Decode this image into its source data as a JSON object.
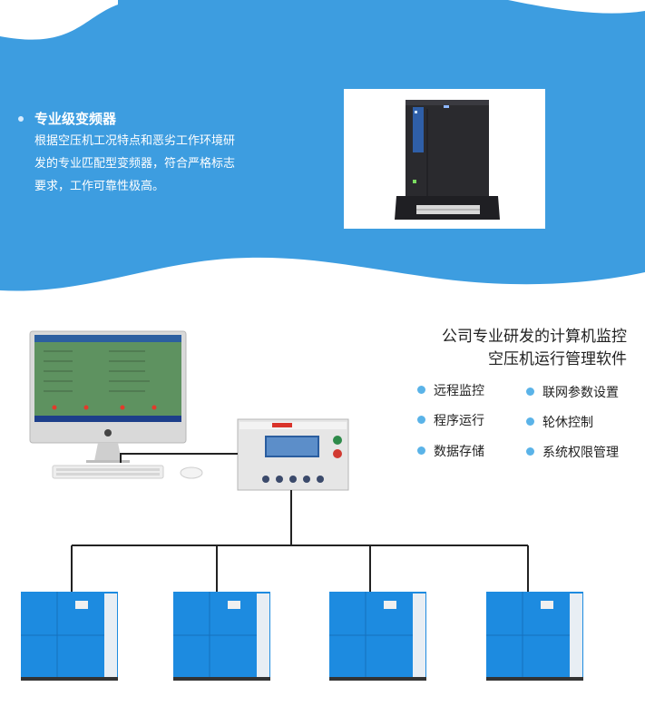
{
  "feature_card": {
    "title": "专业级变频器",
    "desc_lines": [
      "根据空压机工况特点和恶劣工作环境研",
      "发的专业匹配型变频器，符合严格标志",
      "要求，工作可靠性极高。"
    ]
  },
  "software": {
    "title_lines": [
      "公司专业研发的计算机监控",
      "空压机运行管理软件"
    ],
    "features": [
      "远程监控",
      "联网参数设置",
      "程序运行",
      "轮休控制",
      "数据存储",
      "系统权限管理"
    ]
  },
  "colors": {
    "hero_blue": "#3d9de0",
    "bullet_blue": "#5ab3e8",
    "compressor_blue": "#1d8be0"
  }
}
